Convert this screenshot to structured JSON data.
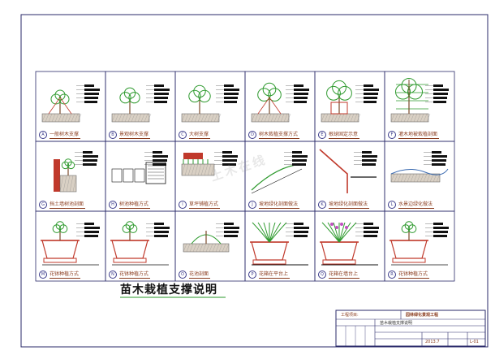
{
  "title": "苗木栽植支撑说明",
  "watermark": "土木在线",
  "panels": [
    {
      "letter": "A",
      "label": "一般树木支撑"
    },
    {
      "letter": "B",
      "label": "景观树木支撑"
    },
    {
      "letter": "C",
      "label": "大树支撑"
    },
    {
      "letter": "D",
      "label": "树木栽植支撑方式"
    },
    {
      "letter": "E",
      "label": "根球固定示意"
    },
    {
      "letter": "F",
      "label": "灌木地被栽植剖面"
    },
    {
      "letter": "G",
      "label": "挡土墙树池剖面"
    },
    {
      "letter": "H",
      "label": "树池种植方式"
    },
    {
      "letter": "I",
      "label": "草坪铺植方式"
    },
    {
      "letter": "J",
      "label": "坡地绿化剖面做法"
    },
    {
      "letter": "K",
      "label": "坡地绿化剖面做法"
    },
    {
      "letter": "L",
      "label": "水景边绿化做法"
    },
    {
      "letter": "M",
      "label": "花钵种植方式"
    },
    {
      "letter": "N",
      "label": "花钵种植方式"
    },
    {
      "letter": "O",
      "label": "花池剖面"
    },
    {
      "letter": "P",
      "label": "花箱在平台上"
    },
    {
      "letter": "Q",
      "label": "花箱在墙台上"
    },
    {
      "letter": "R",
      "label": "花钵种植方式"
    }
  ],
  "title_block": {
    "project_label": "工程项目:",
    "project_name": "园林绿化景观工程",
    "drawing_name": "苗木栽植支撑说明",
    "date": "2013.7",
    "sheet_no": "L-01"
  },
  "colors": {
    "frame": "#2a2a6a",
    "ink": "#111111",
    "label": "#8a3c1e",
    "plant": "#2e9a2e",
    "soil": "#7a4a2a",
    "pot": "#c0392b",
    "flower": "#c050c0",
    "accent": "#c0392b"
  }
}
